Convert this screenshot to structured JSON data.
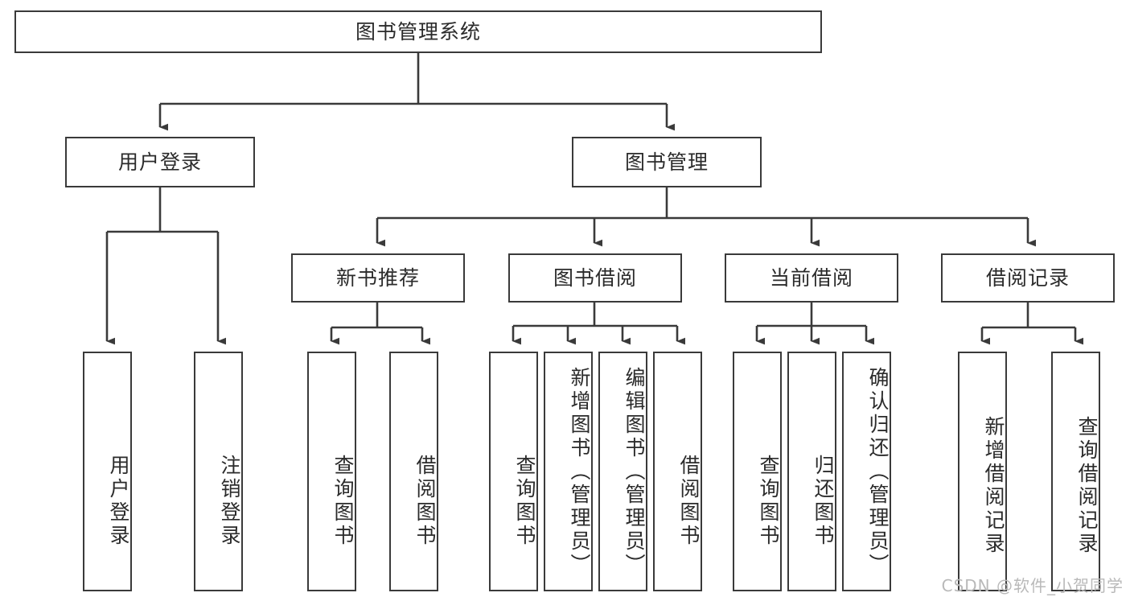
{
  "diagram": {
    "title_node": {
      "label": "图书管理系统"
    },
    "level2": [
      {
        "id": "user-login",
        "label": "用户登录"
      },
      {
        "id": "book-management",
        "label": "图书管理"
      }
    ],
    "level3": [
      {
        "id": "new-book-recommend",
        "label": "新书推荐"
      },
      {
        "id": "book-borrow",
        "label": "图书借阅"
      },
      {
        "id": "current-borrow",
        "label": "当前借阅"
      },
      {
        "id": "borrow-record",
        "label": "借阅记录"
      }
    ],
    "leaves": {
      "user_login": [
        {
          "id": "leaf-user-login",
          "label": "用户登录"
        },
        {
          "id": "leaf-logout-login",
          "label": "注销登录"
        }
      ],
      "new_book_recommend": [
        {
          "id": "leaf-query-book-1",
          "label": "查询图书"
        },
        {
          "id": "leaf-borrow-book-1",
          "label": "借阅图书"
        }
      ],
      "book_borrow": [
        {
          "id": "leaf-query-book-2",
          "label": "查询图书"
        },
        {
          "id": "leaf-add-book-admin",
          "label": "新增图书（管理员）"
        },
        {
          "id": "leaf-edit-book-admin",
          "label": "编辑图书（管理员）"
        },
        {
          "id": "leaf-borrow-book-2",
          "label": "借阅图书"
        }
      ],
      "current_borrow": [
        {
          "id": "leaf-query-book-3",
          "label": "查询图书"
        },
        {
          "id": "leaf-return-book",
          "label": "归还图书"
        },
        {
          "id": "leaf-confirm-return-admin",
          "label": "确认归还（管理员）"
        }
      ],
      "borrow_record": [
        {
          "id": "leaf-add-borrow-record",
          "label": "新增借阅记录"
        },
        {
          "id": "leaf-query-borrow-record",
          "label": "查询借阅记录"
        }
      ]
    }
  },
  "watermark": {
    "text": "CSDN @软件_小贺同学"
  },
  "colors": {
    "stroke": "#3a3a3a",
    "background": "#ffffff",
    "text": "#2b2b2b",
    "watermark": "#b9b9b9"
  }
}
